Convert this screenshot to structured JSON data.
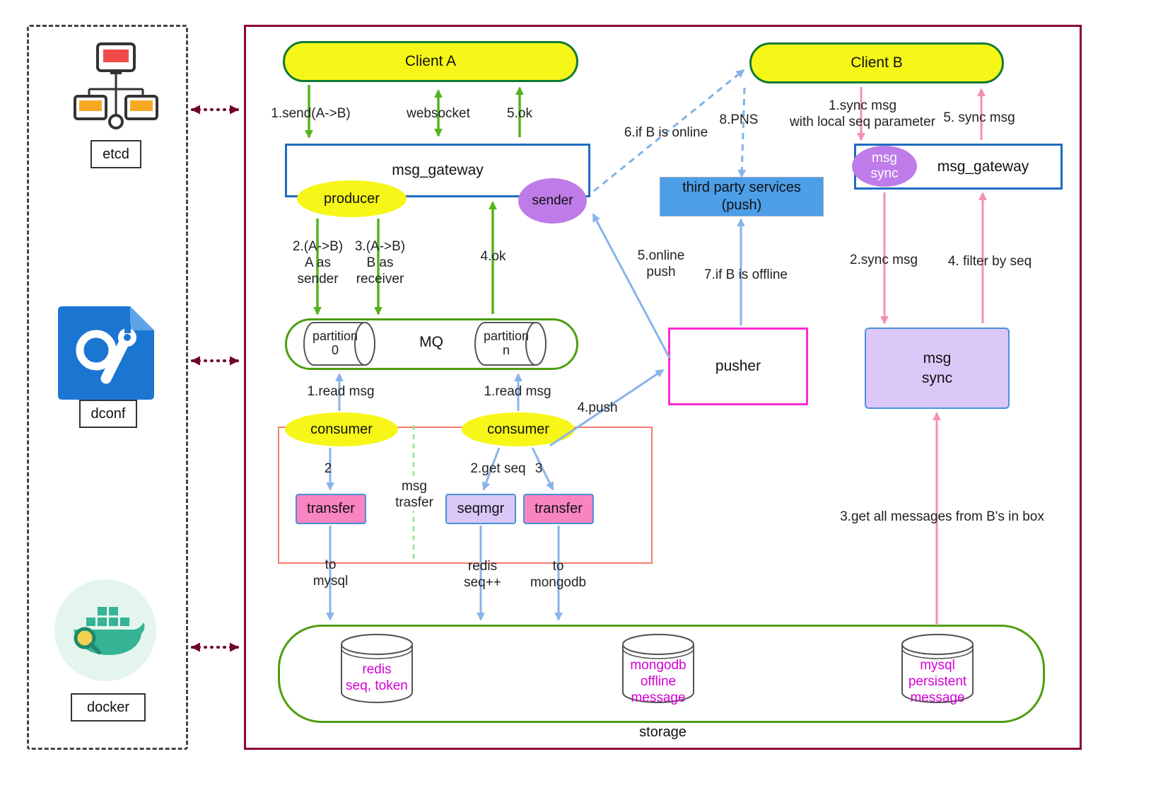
{
  "left_panel": {
    "etcd_label": "etcd",
    "dconf_label": "dconf",
    "docker_label": "docker"
  },
  "nodes": {
    "client_a": "Client A",
    "client_b": "Client B",
    "gateway_left": "msg_gateway",
    "gateway_right": "msg_gateway",
    "producer": "producer",
    "sender": "sender",
    "msg_sync_badge": "msg\nsync",
    "third_party": "third party services\n(push)",
    "mq": "MQ",
    "partition0": "partition\n0",
    "partition_n": "partition\nn",
    "consumer_left": "consumer",
    "consumer_right": "consumer",
    "transfer_left": "transfer",
    "seqmgr": "seqmgr",
    "transfer_right": "transfer",
    "pusher": "pusher",
    "msg_sync_box": "msg\nsync",
    "storage": "storage",
    "redis_db": "redis\nseq, token",
    "mongodb_db": "mongodb\noffline\nmessage",
    "mysql_db": "mysql\npersistent\nmessage"
  },
  "labels": {
    "send_ab": "1.send(A->B)",
    "websocket": "websocket",
    "ok5": "5.ok",
    "a_as_sender": "2.(A->B)\nA as\nsender",
    "b_as_receiver": "3.(A->B)\nB as\nreceiver",
    "ok4": "4.ok",
    "if_b_online": "6.if B is online",
    "pns": "8.PNS",
    "sync_msg_1": "1.sync msg\nwith local seq parameter",
    "sync_msg_5": "5. sync msg",
    "online_push": "5.online\npush",
    "if_b_offline": "7.if B is offline",
    "sync_msg_2": "2.sync msg",
    "filter_by_seq": "4. filter by seq",
    "read_msg_left": "1.read msg",
    "read_msg_right": "1.read msg",
    "push4": "4.push",
    "step2": "2",
    "get_seq": "2.get seq",
    "step3": "3",
    "msg_trasfer": "msg\ntrasfer",
    "to_mysql": "to\nmysql",
    "redis_seq": "redis\nseq++",
    "to_mongodb": "to\nmongodb",
    "get_all": "3.get all messages from B's in box"
  },
  "colors": {
    "green_arrow": "#54b41e",
    "blue_arrow": "#8ab4e8",
    "pink_arrow": "#f48fb8",
    "dark_red_frame": "#8a0735",
    "yellow_node": "#f6f619",
    "purple_node": "#bf7ce8",
    "magenta_db_text": "#d400d4"
  }
}
